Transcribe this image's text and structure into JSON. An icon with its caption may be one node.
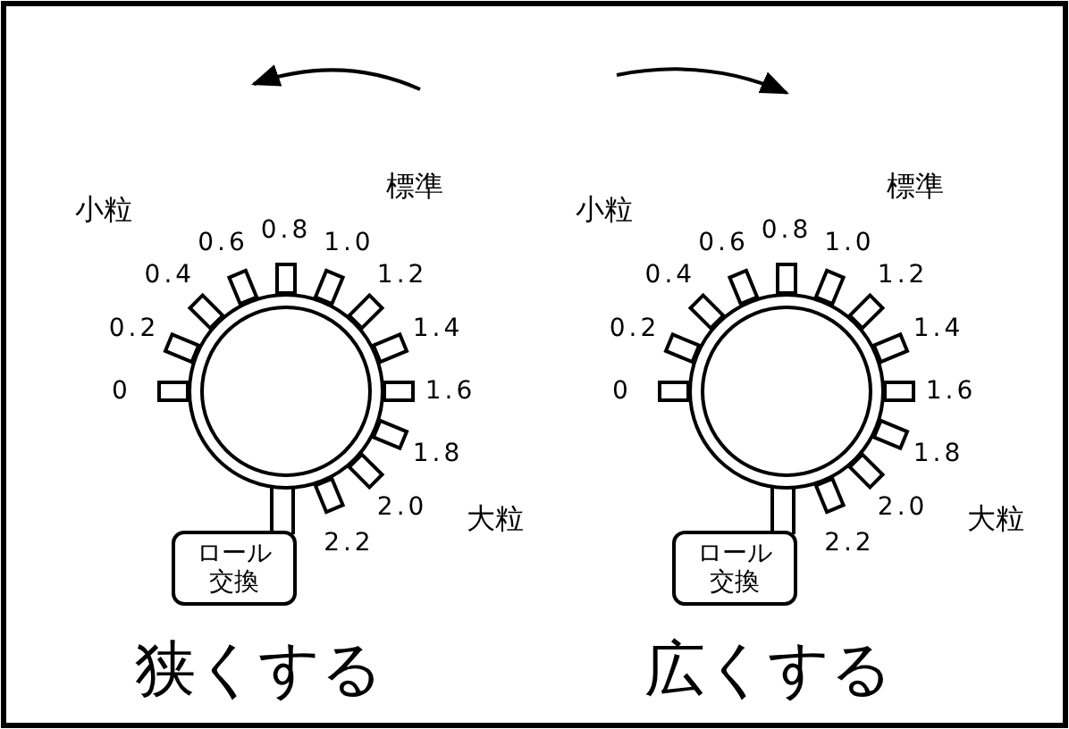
{
  "diagram": {
    "nodes": [
      {
        "text": [
          "ロール交換"
        ]
      },
      {
        "text": [
          "ロール交換"
        ]
      }
    ],
    "labels": [
      "小粒",
      "標準",
      "0",
      "0.2",
      "0.4",
      "0.6",
      "0.8",
      "1.0",
      "1.2",
      "1.4",
      "1.6",
      "1.8",
      "2.0",
      "2.2",
      "大粒",
      "狭くする",
      "小粒",
      "標準",
      "0",
      "0.2",
      "0.4",
      "0.6",
      "0.8",
      "1.0",
      "1.2",
      "1.4",
      "1.6",
      "1.8",
      "2.0",
      "2.2",
      "大粒",
      "広くする"
    ]
  }
}
